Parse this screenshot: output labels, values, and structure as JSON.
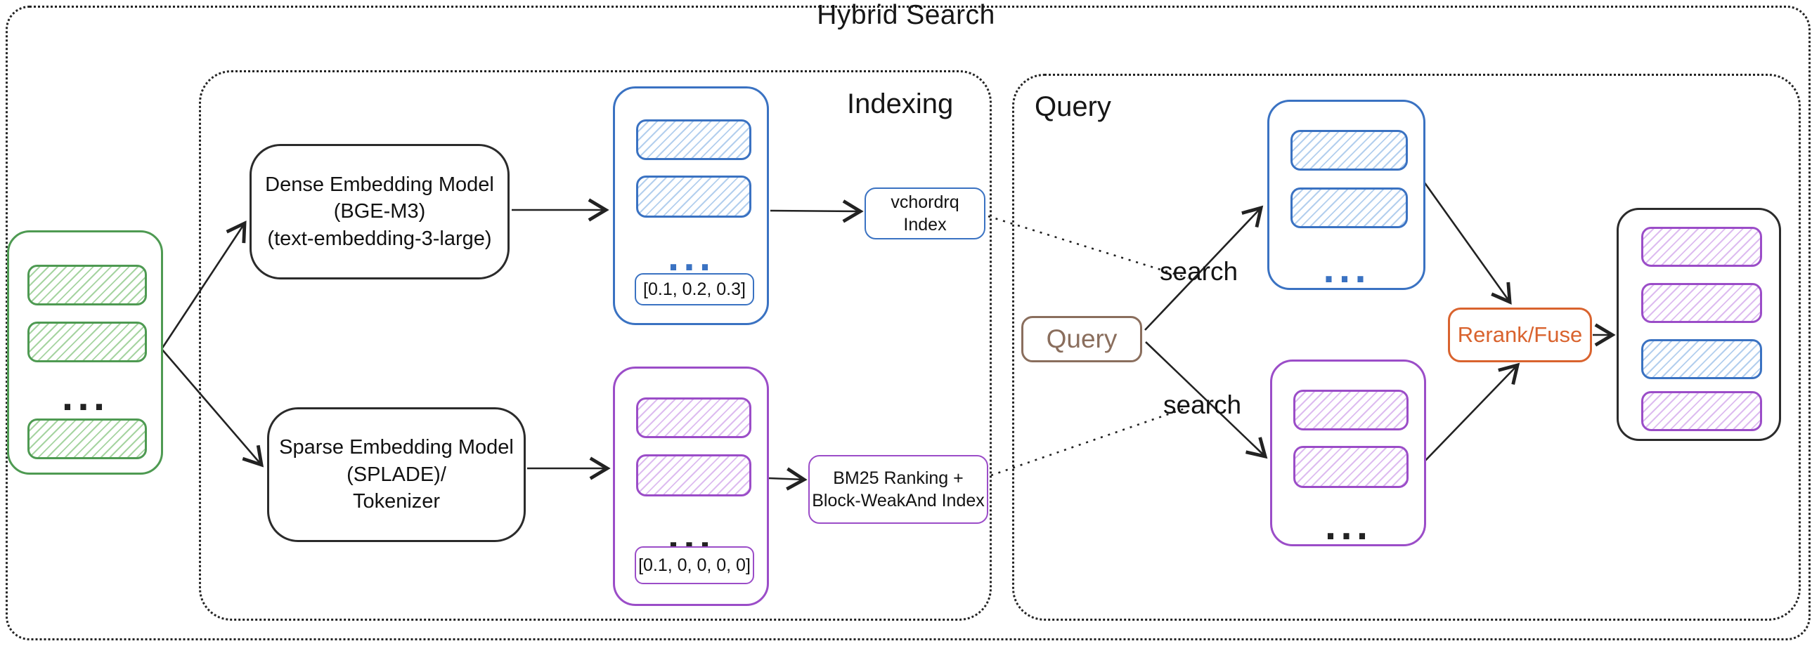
{
  "title": "Hybrid Search",
  "sections": {
    "indexing": "Indexing",
    "query": "Query"
  },
  "colors": {
    "green": "#4e9a52",
    "green_hatch": "#a6d4a1",
    "blue": "#3a72c2",
    "blue_hatch": "#b3cfee",
    "purple": "#9b4dc8",
    "purple_hatch": "#ddbcf0",
    "orange": "#d9632e",
    "brown": "#8a6e5d",
    "ink": "#222222"
  },
  "nodes": {
    "ellipsis": "...",
    "dense_model_line1": "Dense Embedding Model",
    "dense_model_line2": "(BGE-M3)",
    "dense_model_line3": "(text-embedding-3-large)",
    "sparse_model_line1": "Sparse Embedding Model",
    "sparse_model_line2": "(SPLADE)/",
    "sparse_model_line3": "Tokenizer",
    "dense_vector": "[0.1, 0.2, 0.3]",
    "sparse_vector": "[0.1, 0, 0, 0, 0]",
    "dense_index_line1": "vchordrq",
    "dense_index_line2": "Index",
    "sparse_index_line1": "BM25 Ranking +",
    "sparse_index_line2": "Block-WeakAnd Index",
    "query_box": "Query",
    "search_dense": "search",
    "search_sparse": "search",
    "rerank": "Rerank/Fuse"
  }
}
